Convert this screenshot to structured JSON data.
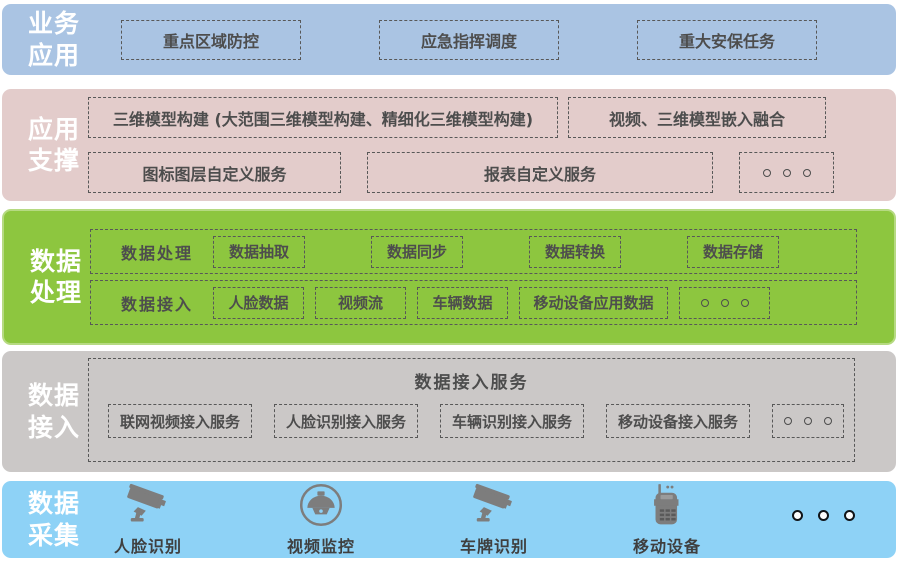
{
  "colors": {
    "business_bg": "#aac4e3",
    "support_bg": "#e3cccb",
    "processing_bg": "#8dc63f",
    "processing_border": "#b6da82",
    "access_bg": "#cbc8c7",
    "collection_bg": "#8ed2f6",
    "dashed_border": "#585858",
    "box_text": "#4d4d4d",
    "label_text": "#ffffff",
    "icon": "#7d7d7d"
  },
  "layers": {
    "business": {
      "label": "业务应用",
      "row": {
        "boxes": [
          "重点区域防控",
          "应急指挥调度",
          "重大安保任务"
        ],
        "ellipsis": false
      }
    },
    "support": {
      "label": "应用支撑",
      "rows": [
        {
          "boxes": [
            "三维模型构建 (大范围三维模型构建、精细化三维模型构建)",
            "视频、三维模型嵌入融合"
          ],
          "ellipsis": false
        },
        {
          "boxes": [
            "图标图层自定义服务",
            "报表自定义服务"
          ],
          "ellipsis": true
        }
      ]
    },
    "processing": {
      "label": "数据处理",
      "rows": [
        {
          "title": "数据处理",
          "boxes": [
            "数据抽取",
            "数据同步",
            "数据转换",
            "数据存储"
          ],
          "ellipsis": false
        },
        {
          "title": "数据接入",
          "boxes": [
            "人脸数据",
            "视频流",
            "车辆数据",
            "移动设备应用数据"
          ],
          "ellipsis": true
        }
      ]
    },
    "access": {
      "label": "数据接入",
      "title": "数据接入服务",
      "row": {
        "boxes": [
          "联网视频接入服务",
          "人脸识别接入服务",
          "车辆识别接入服务",
          "移动设备接入服务"
        ],
        "ellipsis": true
      }
    },
    "collection": {
      "label": "数据采集",
      "devices": [
        {
          "icon": "bullet-camera",
          "label": "人脸识别"
        },
        {
          "icon": "dome-camera",
          "label": "视频监控"
        },
        {
          "icon": "bullet-camera",
          "label": "车牌识别"
        },
        {
          "icon": "walkie-talkie",
          "label": "移动设备"
        }
      ],
      "ellipsis": true
    }
  }
}
